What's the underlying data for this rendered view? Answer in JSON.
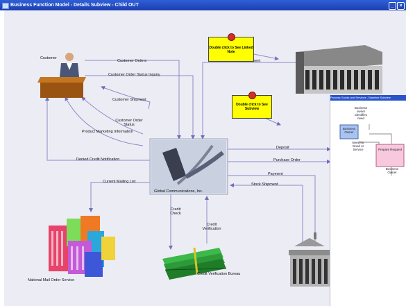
{
  "window": {
    "title": "Business Function Model - Details Subview - Child OUT"
  },
  "actors": {
    "customer": "Customer",
    "mail_service": "National Mail Order Service",
    "credit_bureau": "Credit Verification Bureau",
    "company": "Global Communications, Inc."
  },
  "flows": {
    "customer_orders": "Customer Orders",
    "order_status_inquiry": "Customer Order Status Inquiry",
    "customer_shipment": "Customer Shipment",
    "customer_order_status": "Customer Order Status",
    "marketing_information": "Product Marketing Information",
    "denied_credit": "Denied Credit Notification",
    "current_mailing_list": "Current Mailing List",
    "credit_check": "Credit Check",
    "credit_verification": "Credit Verification",
    "bank_statement": "Bank Statement",
    "deposit": "Deposit",
    "purchase_order": "Purchase Order",
    "payment": "Payment",
    "stock_shipment": "Stock Shipment"
  },
  "notes": {
    "linked_note": "Double click to See Linked Note",
    "subview_note": "Double click to See Subview"
  },
  "subview": {
    "title": "Process Goods and Services - Baseline Subview",
    "top_label": "Business owner identifies need",
    "owner_box": "Business Owner",
    "need_label": "Need for Good or Service",
    "prepare_box": "Prepare Request",
    "bottom_label": "Business Owner"
  },
  "colors": {
    "titlebar": "#1c3fb0",
    "canvas": "#ececf5",
    "flow_line": "#8a8ac8",
    "note": "#ffff00"
  }
}
